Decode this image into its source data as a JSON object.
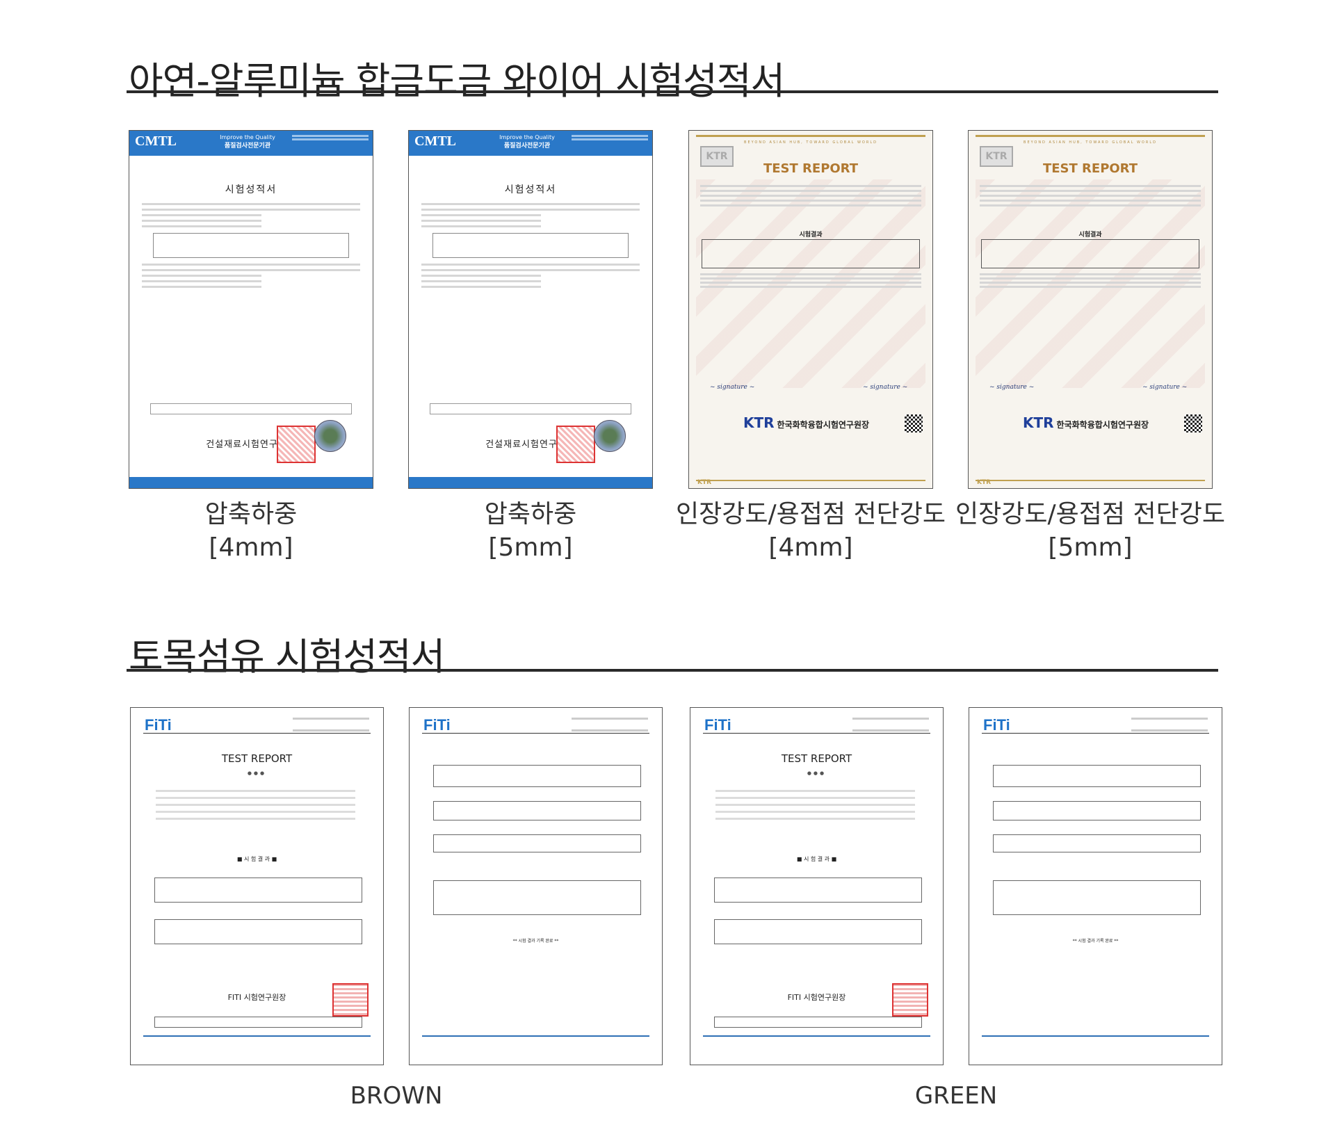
{
  "section1": {
    "title": "아연-알루미늄 합금도금 와이어 시험성적서",
    "cards": [
      {
        "caption_line1": "압축하중",
        "caption_line2": "[4mm]",
        "header_text": "Improve the Quality",
        "header_title": "품질검사전문기관",
        "doc_title": "시험성적서",
        "institute": "건설재료시험연구소장"
      },
      {
        "caption_line1": "압축하중",
        "caption_line2": "[5mm]",
        "header_text": "Improve the Quality",
        "header_title": "품질검사전문기관",
        "doc_title": "시험성적서",
        "institute": "건설재료시험연구소장"
      },
      {
        "caption_line1": "인장강도/용접점 전단강도",
        "caption_line2": "[4mm]",
        "slogan": "BEYOND ASIAN HUB, TOWARD GLOBAL WORLD",
        "doc_title": "TEST REPORT",
        "result_title": "시험결과",
        "org": "한국화학융합시험연구원장"
      },
      {
        "caption_line1": "인장강도/용접점 전단강도",
        "caption_line2": "[5mm]",
        "slogan": "BEYOND ASIAN HUB, TOWARD GLOBAL WORLD",
        "doc_title": "TEST REPORT",
        "result_title": "시험결과",
        "org": "한국화학융합시험연구원장"
      }
    ],
    "cmtl_logo": "CMTL",
    "ktr_logo": "KTR"
  },
  "section2": {
    "title": "토목섬유 시험성적서",
    "cards": [
      {
        "doc_title": "TEST REPORT",
        "result_heading": "■ 시 험 결 과 ■",
        "institute": "FITI 시험연구원장"
      },
      {
        "result_heading": "** 시험 결과 기록 완료 **"
      },
      {
        "doc_title": "TEST REPORT",
        "result_heading": "■ 시 험 결 과 ■",
        "institute": "FITI 시험연구원장"
      },
      {
        "result_heading": "** 시험 결과 기록 완료 **"
      }
    ],
    "fiti_logo": "FiTi",
    "labels": {
      "brown": "BROWN",
      "green": "GREEN"
    }
  },
  "colors": {
    "cmtl_blue": "#2a78c8",
    "ktr_gold": "#b07830",
    "ktr_blue": "#1f3f9a",
    "fiti_blue": "#1e72c8",
    "seal_red": "#dd3333"
  }
}
